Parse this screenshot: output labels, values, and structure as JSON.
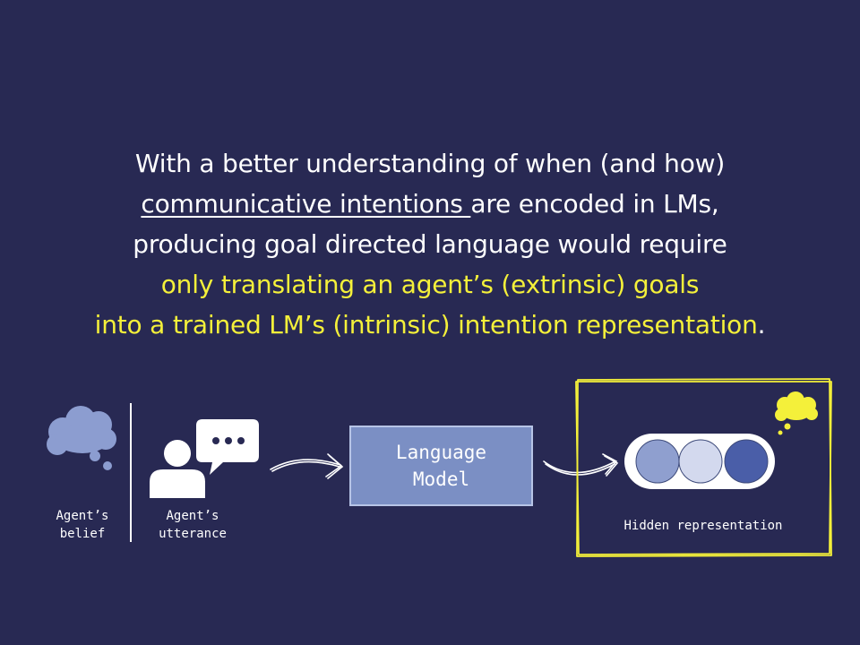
{
  "headline": {
    "line1": "With a better understanding of when (and how)",
    "line2_underlined": "communicative intentions ",
    "line2_rest": "are encoded in LMs,",
    "line3": "producing goal directed language would require",
    "line4": "only translating an agent’s (extrinsic) goals",
    "line5": "into a trained LM’s (intrinsic) intention representation",
    "line5_period": "."
  },
  "diagram": {
    "belief_label": "Agent’s belief",
    "utterance_label": "Agent’s utterance",
    "model_label": "Language Model",
    "hidden_label": "Hidden representation"
  },
  "colors": {
    "background": "#282953",
    "highlight": "#f4f03a",
    "cloud": "#8c9dd0",
    "box_fill": "#7b8fc4",
    "circle_light": "#8f9fcf",
    "circle_pale": "#d3d9ee",
    "circle_dark": "#4a5ea8",
    "person": "#ffffff"
  },
  "icons": [
    "thought-cloud-icon",
    "person-icon",
    "speech-bubble-icon",
    "arrow-icon",
    "thought-cloud-icon"
  ]
}
